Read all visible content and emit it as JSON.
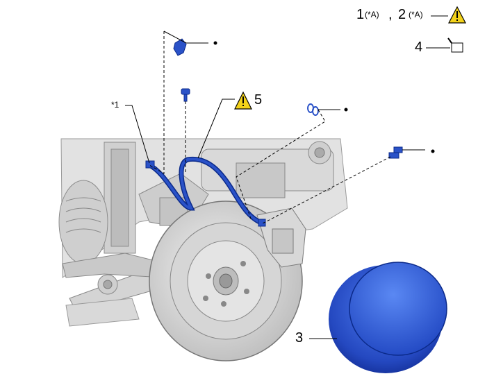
{
  "callouts": {
    "item1_number": "1",
    "item1_note": "(*A)",
    "separator": ",",
    "item2_number": "2",
    "item2_note": "(*A)",
    "item4_number": "4",
    "item5_number": "5",
    "item3_number": "3",
    "star1": "*1"
  },
  "colors": {
    "part_blue": "#2a52c8",
    "part_blue_dark": "#0b2a8a",
    "warning_yellow": "#f3d21a",
    "line": "#000000"
  },
  "icons": [
    "warning-triangle-icon",
    "grease-can-icon"
  ]
}
